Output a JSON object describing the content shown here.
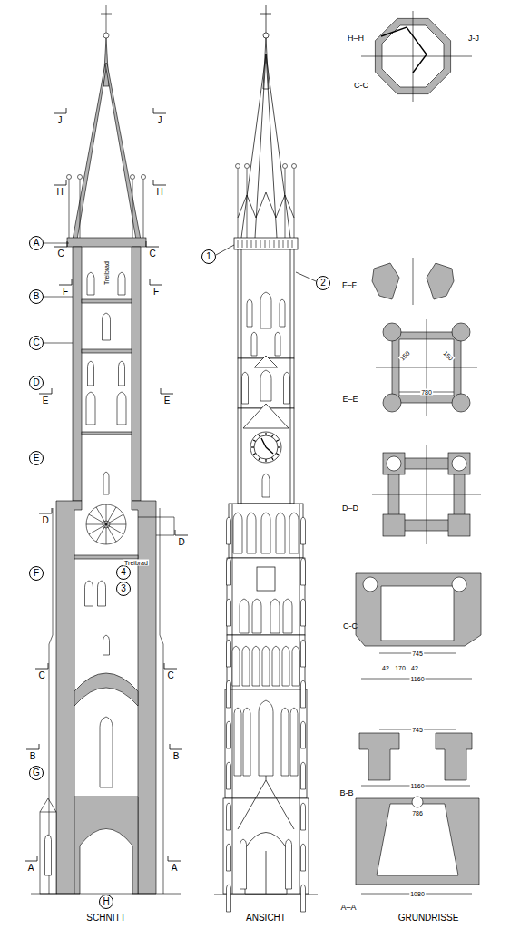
{
  "diagram": {
    "nodes": [
      {
        "text": [
          "A"
        ]
      },
      {
        "text": [
          "B"
        ]
      },
      {
        "text": [
          "C"
        ]
      },
      {
        "text": [
          "D"
        ]
      },
      {
        "text": [
          "E"
        ]
      },
      {
        "text": [
          "F"
        ]
      },
      {
        "text": [
          "G"
        ]
      },
      {
        "text": [
          "H"
        ]
      },
      {
        "text": [
          "1"
        ]
      },
      {
        "text": [
          "2"
        ]
      },
      {
        "text": [
          "3"
        ]
      },
      {
        "text": [
          "4"
        ]
      }
    ],
    "labels": [
      "J",
      "J",
      "H",
      "H",
      "C",
      "C",
      "F",
      "F",
      "E",
      "E",
      "D",
      "D",
      "C",
      "C",
      "B",
      "B",
      "A",
      "A",
      "Treibrad",
      "Treibrad",
      "SCHNITT",
      "ANSICHT",
      "GRUNDRISSE",
      "H–H",
      "J-J",
      "C-C",
      "F–F",
      "E–E",
      "D–D",
      "C-C",
      "B-B",
      "A–A",
      "780",
      "150",
      "150",
      "745",
      "42",
      "170",
      "42",
      "1160",
      "745",
      "1160",
      "786",
      "1080"
    ]
  }
}
